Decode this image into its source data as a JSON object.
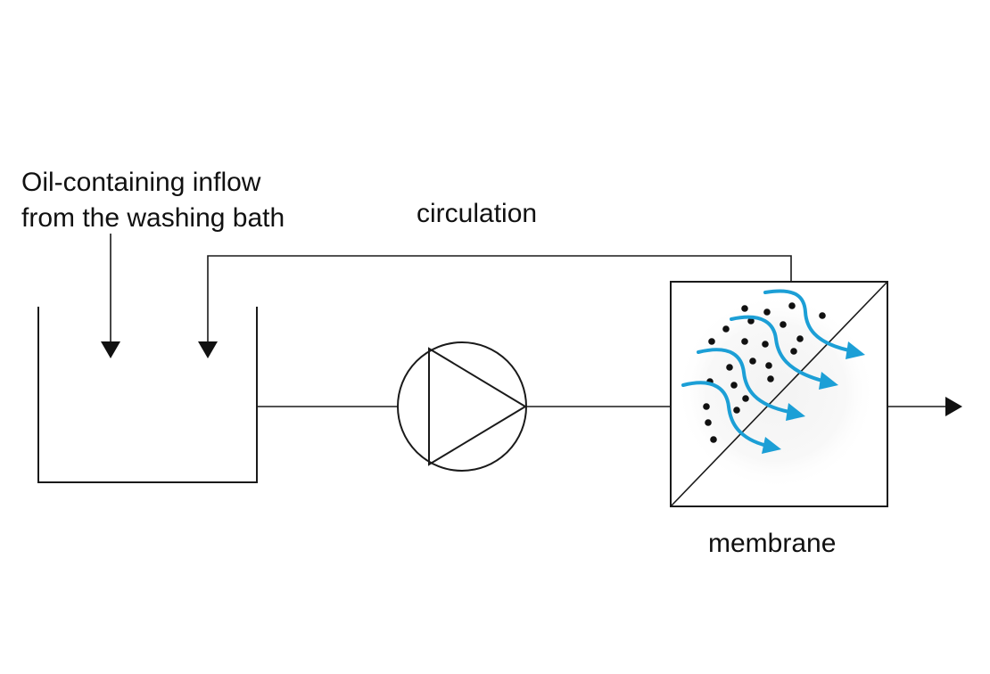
{
  "labels": {
    "inflow_line1": "Oil-containing inflow",
    "inflow_line2": "from the washing bath",
    "circulation": "circulation",
    "membrane": "membrane"
  },
  "colors": {
    "line": "#1a1a1a",
    "flow_arrow": "#1c9fd6",
    "particle": "#111111"
  },
  "icons": {
    "pump": "pump-symbol-icon",
    "membrane": "membrane-filter-icon",
    "flow": "flow-wave-arrow-icon"
  }
}
